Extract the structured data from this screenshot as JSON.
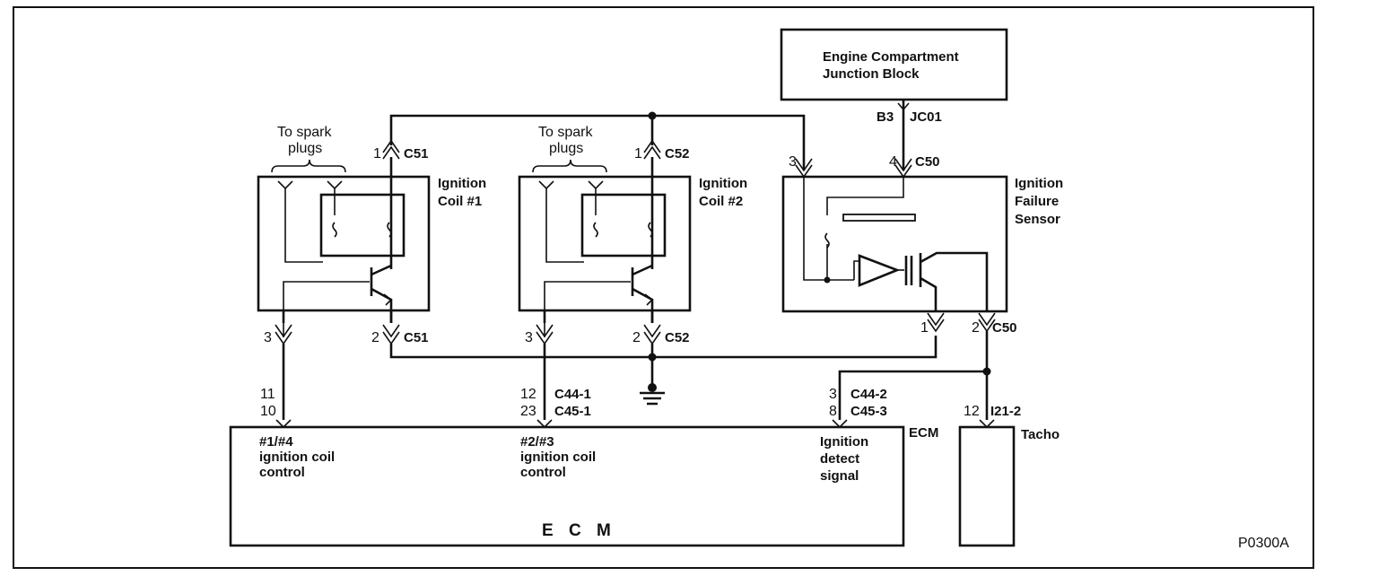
{
  "frame_label": "P0300A",
  "junction_block": {
    "title_line1": "Engine Compartment",
    "title_line2": "Junction Block",
    "pin": "B3",
    "connector": "JC01"
  },
  "coil1": {
    "name_line1": "Ignition",
    "name_line2": "Coil #1",
    "spark_line1": "To spark",
    "spark_line2": "plugs",
    "top_pin": "1",
    "top_conn": "C51",
    "bot_left_pin": "3",
    "bot_right_pin": "2",
    "bot_conn": "C51"
  },
  "coil2": {
    "name_line1": "Ignition",
    "name_line2": "Coil #2",
    "spark_line1": "To spark",
    "spark_line2": "plugs",
    "top_pin": "1",
    "top_conn": "C52",
    "bot_left_pin": "3",
    "bot_right_pin": "2",
    "bot_conn": "C52"
  },
  "sensor": {
    "name_line1": "Ignition",
    "name_line2": "Failure",
    "name_line3": "Sensor",
    "pin_left": "3",
    "pin_top": "4",
    "top_conn": "C50",
    "pin_bot_left": "1",
    "pin_bot_right": "2",
    "bot_conn": "C50"
  },
  "ecm": {
    "title": "E C M",
    "side_label": "ECM",
    "pin_a1": "11",
    "pin_a2": "10",
    "pin_b1": "12",
    "pin_b2": "23",
    "conn_b1": "C44-1",
    "conn_b2": "C45-1",
    "pin_c1": "3",
    "pin_c2": "8",
    "conn_c1": "C44-2",
    "conn_c2": "C45-3",
    "func1_line1": "#1/#4",
    "func1_line2": "ignition coil",
    "func1_line3": "control",
    "func2_line1": "#2/#3",
    "func2_line2": "ignition coil",
    "func2_line3": "control",
    "func3_line1": "Ignition",
    "func3_line2": "detect",
    "func3_line3": "signal"
  },
  "tacho": {
    "name": "Tacho",
    "pin": "12",
    "connector": "I21-2"
  }
}
